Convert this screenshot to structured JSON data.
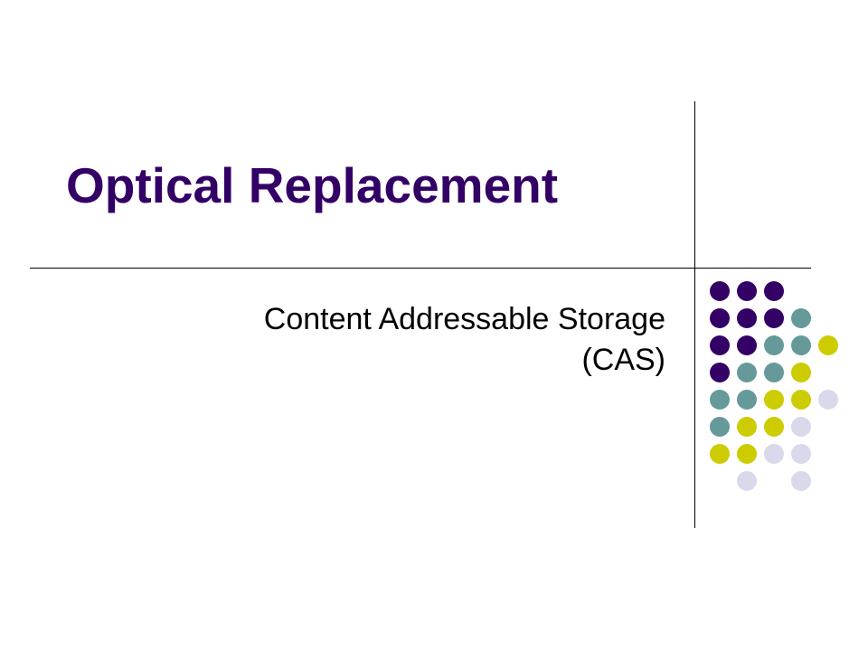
{
  "slide": {
    "title": "Optical Replacement",
    "subtitle_lines": [
      "Content Addressable Storage",
      "(CAS)"
    ]
  },
  "colors": {
    "background": "#ffffff",
    "title": "#330066",
    "subtitle": "#000000",
    "rules": "#000000",
    "dot_palette": [
      "#330066",
      "#669999",
      "#cccc00",
      "#d9d9ec"
    ]
  },
  "dot_pattern": [
    [
      0,
      0,
      0,
      null,
      null
    ],
    [
      0,
      0,
      0,
      1,
      null
    ],
    [
      0,
      0,
      1,
      1,
      2
    ],
    [
      0,
      1,
      1,
      2,
      null
    ],
    [
      1,
      1,
      2,
      2,
      3
    ],
    [
      1,
      2,
      2,
      3,
      null
    ],
    [
      2,
      2,
      3,
      3,
      null
    ],
    [
      null,
      3,
      null,
      3,
      null
    ]
  ]
}
